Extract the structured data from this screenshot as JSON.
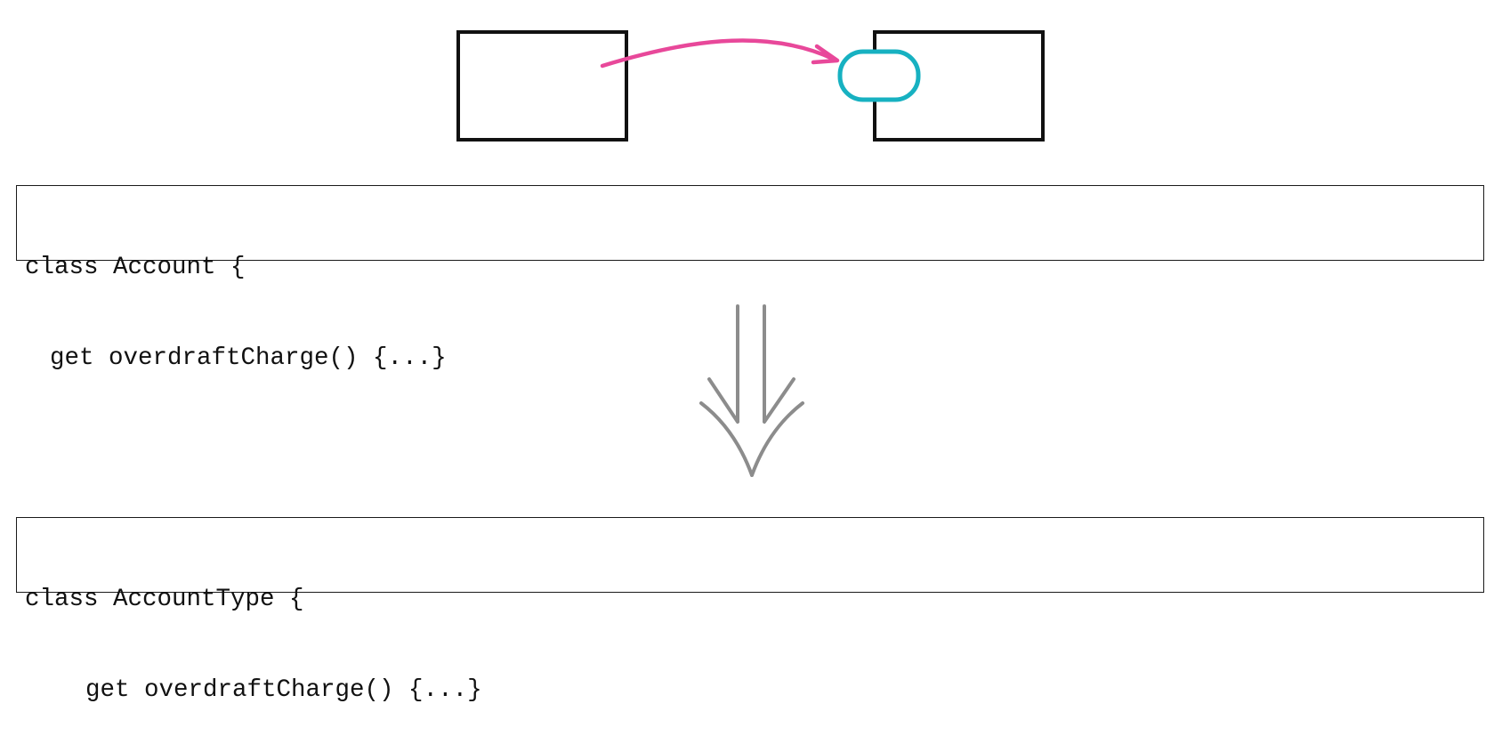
{
  "colors": {
    "box_stroke": "#111111",
    "move_arrow": "#e8489a",
    "feature_oval": "#17b1c1",
    "transition_arrow": "#8c8c8c"
  },
  "icons": {
    "move_arrow": "curved-arrow-icon",
    "feature": "oval-icon",
    "transition": "double-down-arrow-icon"
  },
  "before_code": {
    "line_1": "class Account {",
    "line_2": "get overdraftCharge() {...}"
  },
  "after_code": {
    "line_1": "class AccountType {",
    "line_2": "get overdraftCharge() {...}"
  }
}
